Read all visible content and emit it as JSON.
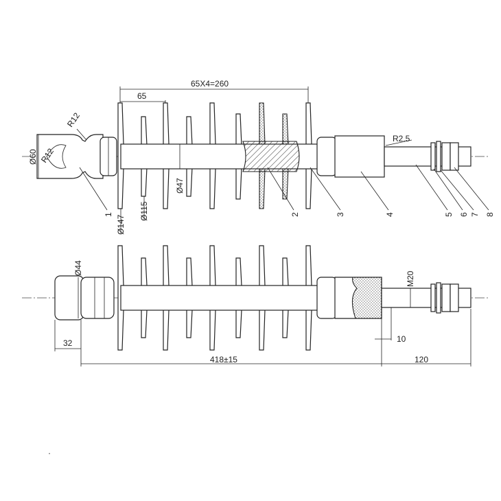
{
  "dims": {
    "total_pitch": "65X4=260",
    "pitch": "65",
    "r12_outer": "R12",
    "r12_inner": "R12",
    "d60": "Ø60",
    "d147": "Ø147",
    "d115": "Ø115",
    "d47": "Ø47",
    "r25": "R2.5",
    "d44": "Ø44",
    "m20": "M20",
    "len32": "32",
    "len10": "10",
    "overall": "418±15",
    "rod_len": "120"
  },
  "parts": [
    "1",
    "2",
    "3",
    "4",
    "5",
    "6",
    "7",
    "8"
  ],
  "marks": [
    "·"
  ]
}
